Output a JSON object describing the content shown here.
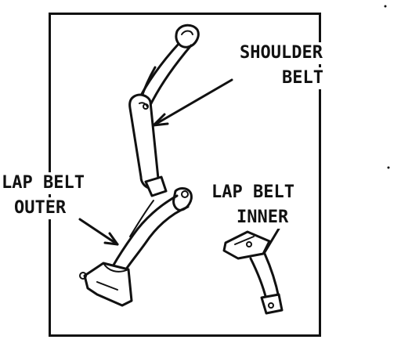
{
  "labels": {
    "shoulder_belt": [
      "SHOULDER",
      "BELT"
    ],
    "lap_belt_outer": [
      "LAP BELT",
      "OUTER"
    ],
    "lap_belt_inner": [
      "LAP BELT",
      "INNER"
    ]
  },
  "colors": {
    "ink": "#111111",
    "background": "#ffffff"
  }
}
